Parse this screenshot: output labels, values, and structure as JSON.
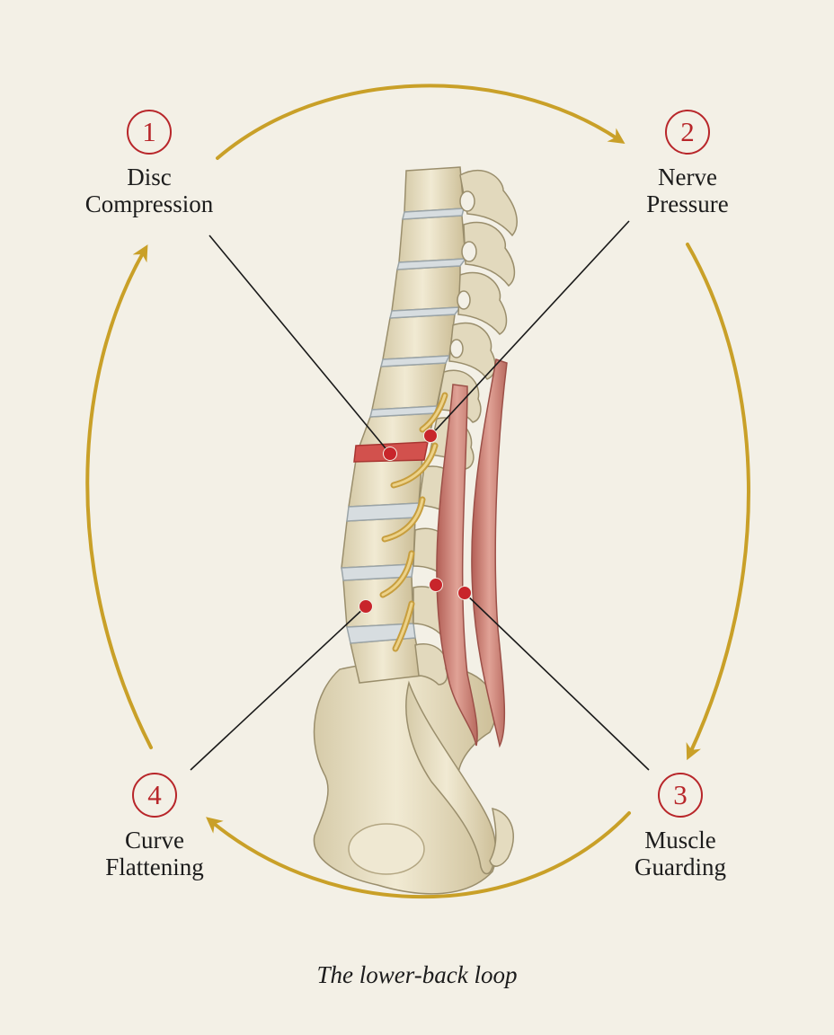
{
  "steps": [
    {
      "number": "1",
      "label_line1": "Disc",
      "label_line2": "Compression"
    },
    {
      "number": "2",
      "label_line1": "Nerve",
      "label_line2": "Pressure"
    },
    {
      "number": "3",
      "label_line1": "Muscle",
      "label_line2": "Guarding"
    },
    {
      "number": "4",
      "label_line1": "Curve",
      "label_line2": "Flattening"
    }
  ],
  "caption": "The lower-back loop",
  "colors": {
    "background": "#f3f0e6",
    "arrow": "#c9a028",
    "marker": "#c8252b",
    "bone": "#e9e1c8",
    "bone_shadow": "#b9ad8a",
    "disc": "#d7dde0",
    "disc_inflamed": "#d2514d",
    "nerve": "#d9b65a",
    "muscle": "#c87b70"
  }
}
